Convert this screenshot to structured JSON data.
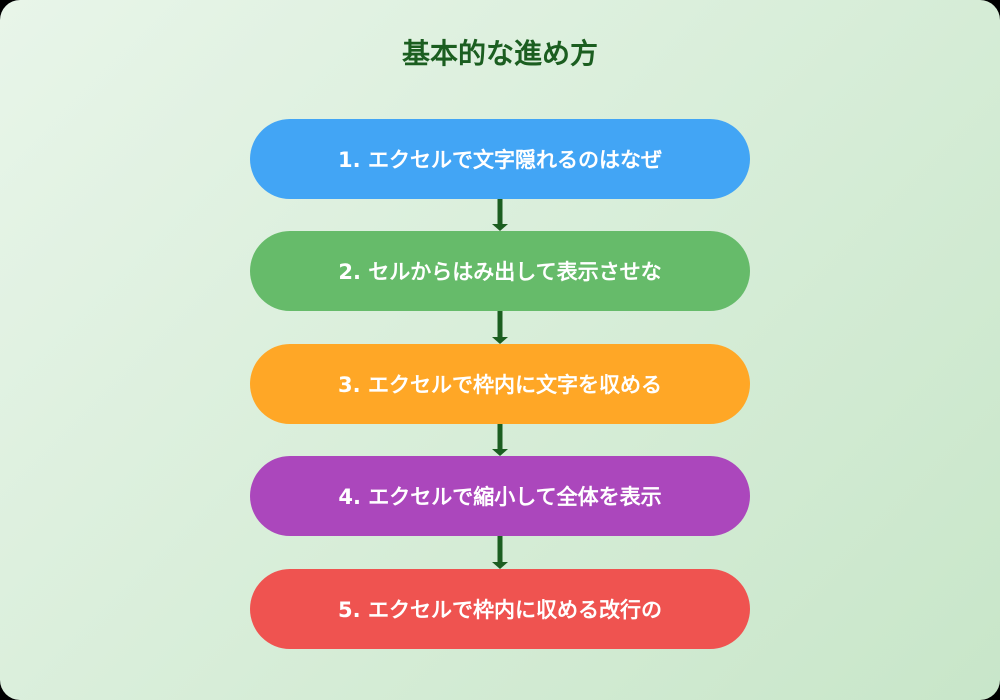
{
  "title": "基本的な進め方",
  "colors": {
    "background_start": "#e8f5e9",
    "background_end": "#c8e6c9",
    "title": "#1b5e20",
    "arrow": "#1b5e20",
    "text": "#ffffff"
  },
  "steps": [
    {
      "label": "1. エクセルで文字隠れるのはなぜ",
      "color": "#42a5f5"
    },
    {
      "label": "2. セルからはみ出して表示させな",
      "color": "#66bb6a"
    },
    {
      "label": "3. エクセルで枠内に文字を収める",
      "color": "#ffa726"
    },
    {
      "label": "4. エクセルで縮小して全体を表示",
      "color": "#ab47bc"
    },
    {
      "label": "5. エクセルで枠内に収める改行の",
      "color": "#ef5350"
    }
  ]
}
